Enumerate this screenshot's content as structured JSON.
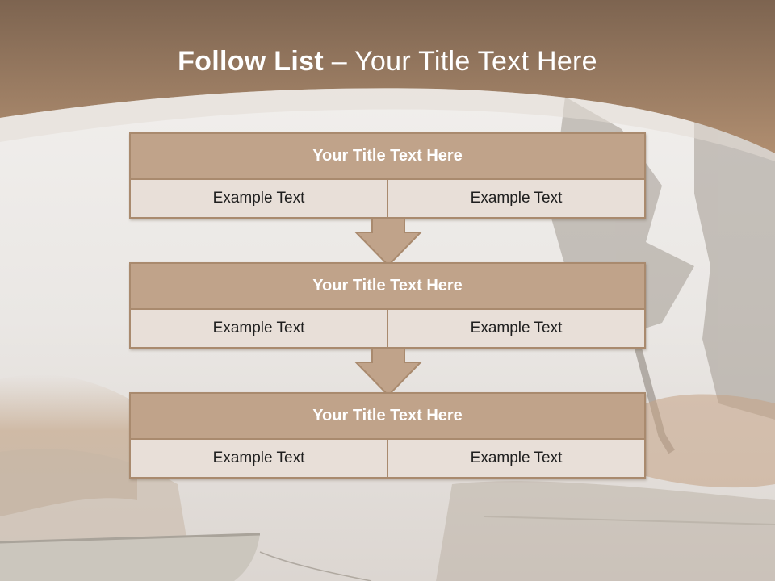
{
  "slide": {
    "title_bold": "Follow List",
    "title_rest": "  – Your Title Text Here"
  },
  "steps": [
    {
      "title": "Your Title Text Here",
      "left": "Example Text",
      "right": "Example Text"
    },
    {
      "title": "Your Title Text Here",
      "left": "Example Text",
      "right": "Example Text"
    },
    {
      "title": "Your Title Text Here",
      "left": "Example Text",
      "right": "Example Text"
    }
  ],
  "colors": {
    "header_band": "#8f7358",
    "box_header": "#c0a38a",
    "box_border": "#a98a6e",
    "box_cell": "#e8dfd8",
    "arrow_fill": "#c0a38a"
  }
}
